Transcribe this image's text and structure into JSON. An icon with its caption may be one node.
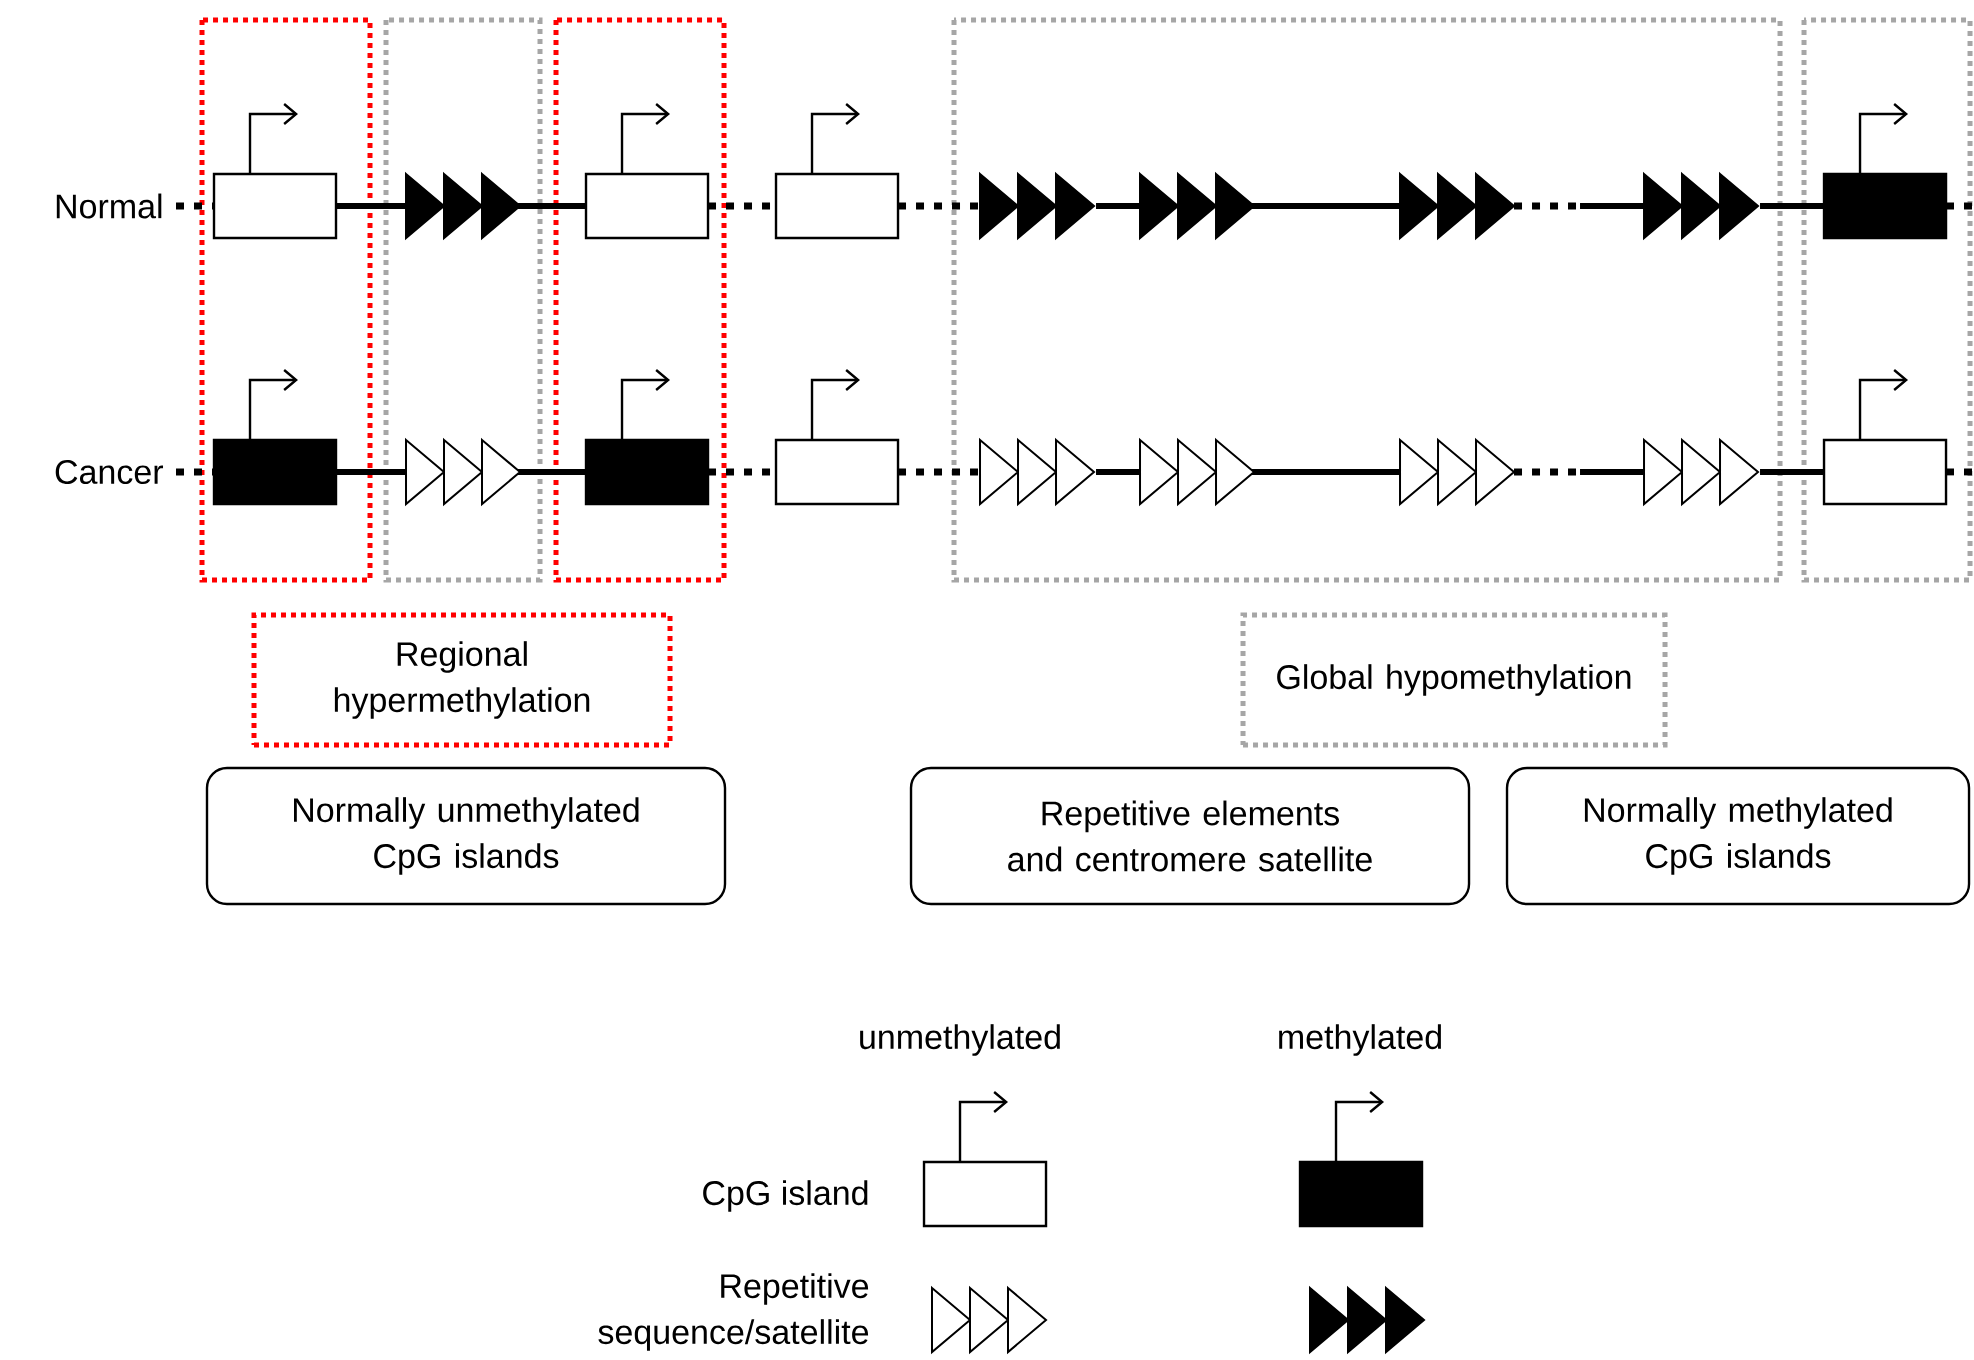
{
  "diagram": {
    "nodes": [
      {
        "text": [
          "Regional hypermethylation"
        ]
      },
      {
        "text": [
          "Global hypomethylation"
        ]
      },
      {
        "text": [
          "Normally unmethylated CpG islands"
        ]
      },
      {
        "text": [
          "Repetitive elements and centromere satellite"
        ]
      },
      {
        "text": [
          "Normally methylated CpG islands"
        ]
      }
    ],
    "labels": [
      "Normal",
      "Cancer",
      "unmethylated",
      "methylated",
      "CpG island",
      "Repetitive sequence/satellite"
    ]
  }
}
